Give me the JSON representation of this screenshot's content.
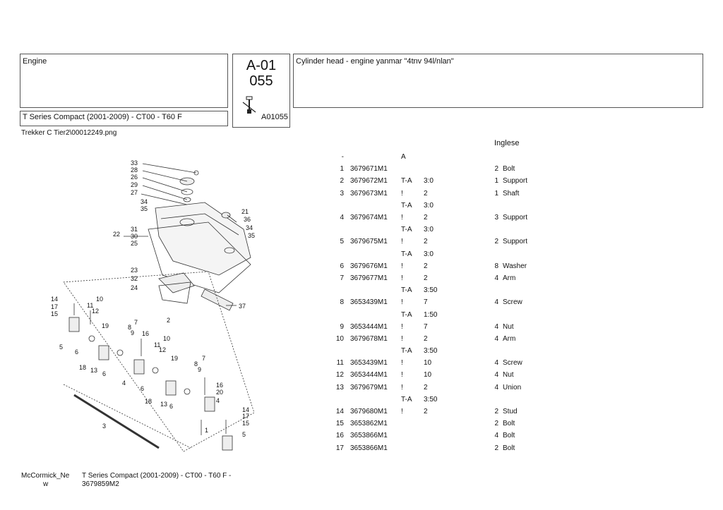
{
  "header": {
    "section": "Engine",
    "code_top": "A-01",
    "code_bottom": "055",
    "title": "Cylinder head - engine yanmar \"4tnv 94l/nlan\"",
    "series": "T Series Compact (2001-2009) - CT00 - T60 F",
    "image_code": "A01055",
    "filename": "Trekker C Tier2\\00012249.png"
  },
  "language": "Inglese",
  "table_header": {
    "col1": "-",
    "col2": "A"
  },
  "parts": [
    {
      "n": "1",
      "part": "3679671M1",
      "note": "",
      "val": "",
      "qty": "2",
      "desc": "Bolt"
    },
    {
      "n": "2",
      "part": "3679672M1",
      "note": "T-A",
      "val": "3:0",
      "qty": "1",
      "desc": "Support"
    },
    {
      "n": "3",
      "part": "3679673M1",
      "note": "!",
      "val": "2",
      "qty": "1",
      "desc": "Shaft"
    },
    {
      "n": "",
      "part": "",
      "note": "T-A",
      "val": "3:0",
      "qty": "",
      "desc": ""
    },
    {
      "n": "4",
      "part": "3679674M1",
      "note": "!",
      "val": "2",
      "qty": "3",
      "desc": "Support"
    },
    {
      "n": "",
      "part": "",
      "note": "T-A",
      "val": "3:0",
      "qty": "",
      "desc": ""
    },
    {
      "n": "5",
      "part": "3679675M1",
      "note": "!",
      "val": "2",
      "qty": "2",
      "desc": "Support"
    },
    {
      "n": "",
      "part": "",
      "note": "T-A",
      "val": "3:0",
      "qty": "",
      "desc": ""
    },
    {
      "n": "6",
      "part": "3679676M1",
      "note": "!",
      "val": "2",
      "qty": "8",
      "desc": "Washer"
    },
    {
      "n": "7",
      "part": "3679677M1",
      "note": "!",
      "val": "2",
      "qty": "4",
      "desc": "Arm"
    },
    {
      "n": "",
      "part": "",
      "note": "T-A",
      "val": "3:50",
      "qty": "",
      "desc": ""
    },
    {
      "n": "8",
      "part": "3653439M1",
      "note": "!",
      "val": "7",
      "qty": "4",
      "desc": "Screw"
    },
    {
      "n": "",
      "part": "",
      "note": "T-A",
      "val": "1:50",
      "qty": "",
      "desc": ""
    },
    {
      "n": "9",
      "part": "3653444M1",
      "note": "!",
      "val": "7",
      "qty": "4",
      "desc": "Nut"
    },
    {
      "n": "10",
      "part": "3679678M1",
      "note": "!",
      "val": "2",
      "qty": "4",
      "desc": "Arm"
    },
    {
      "n": "",
      "part": "",
      "note": "T-A",
      "val": "3:50",
      "qty": "",
      "desc": ""
    },
    {
      "n": "11",
      "part": "3653439M1",
      "note": "!",
      "val": "10",
      "qty": "4",
      "desc": "Screw"
    },
    {
      "n": "12",
      "part": "3653444M1",
      "note": "!",
      "val": "10",
      "qty": "4",
      "desc": "Nut"
    },
    {
      "n": "13",
      "part": "3679679M1",
      "note": "!",
      "val": "2",
      "qty": "4",
      "desc": "Union"
    },
    {
      "n": "",
      "part": "",
      "note": "T-A",
      "val": "3:50",
      "qty": "",
      "desc": ""
    },
    {
      "n": "14",
      "part": "3679680M1",
      "note": "!",
      "val": "2",
      "qty": "2",
      "desc": "Stud"
    },
    {
      "n": "15",
      "part": "3653862M1",
      "note": "",
      "val": "",
      "qty": "2",
      "desc": "Bolt"
    },
    {
      "n": "16",
      "part": "3653866M1",
      "note": "",
      "val": "",
      "qty": "4",
      "desc": "Bolt"
    },
    {
      "n": "17",
      "part": "3653866M1",
      "note": "",
      "val": "",
      "qty": "2",
      "desc": "Bolt"
    }
  ],
  "diagram_labels": [
    "33",
    "28",
    "26",
    "29",
    "27",
    "34",
    "35",
    "22",
    "31",
    "30",
    "25",
    "21",
    "36",
    "34",
    "35",
    "23",
    "32",
    "24",
    "37",
    "14",
    "17",
    "15",
    "10",
    "11",
    "12",
    "19",
    "2",
    "7",
    "8",
    "9",
    "16",
    "10",
    "11",
    "12",
    "19",
    "5",
    "6",
    "18",
    "13",
    "6",
    "4",
    "6",
    "18",
    "13",
    "6",
    "7",
    "8",
    "9",
    "16",
    "20",
    "4",
    "14",
    "17",
    "15",
    "5",
    "3",
    "1"
  ],
  "footer": {
    "brand_line1": "McCormick_Ne",
    "brand_line2": "w",
    "doc_line1": "T Series Compact (2001-2009) - CT00 - T60 F -",
    "doc_line2": "3679859M2"
  }
}
